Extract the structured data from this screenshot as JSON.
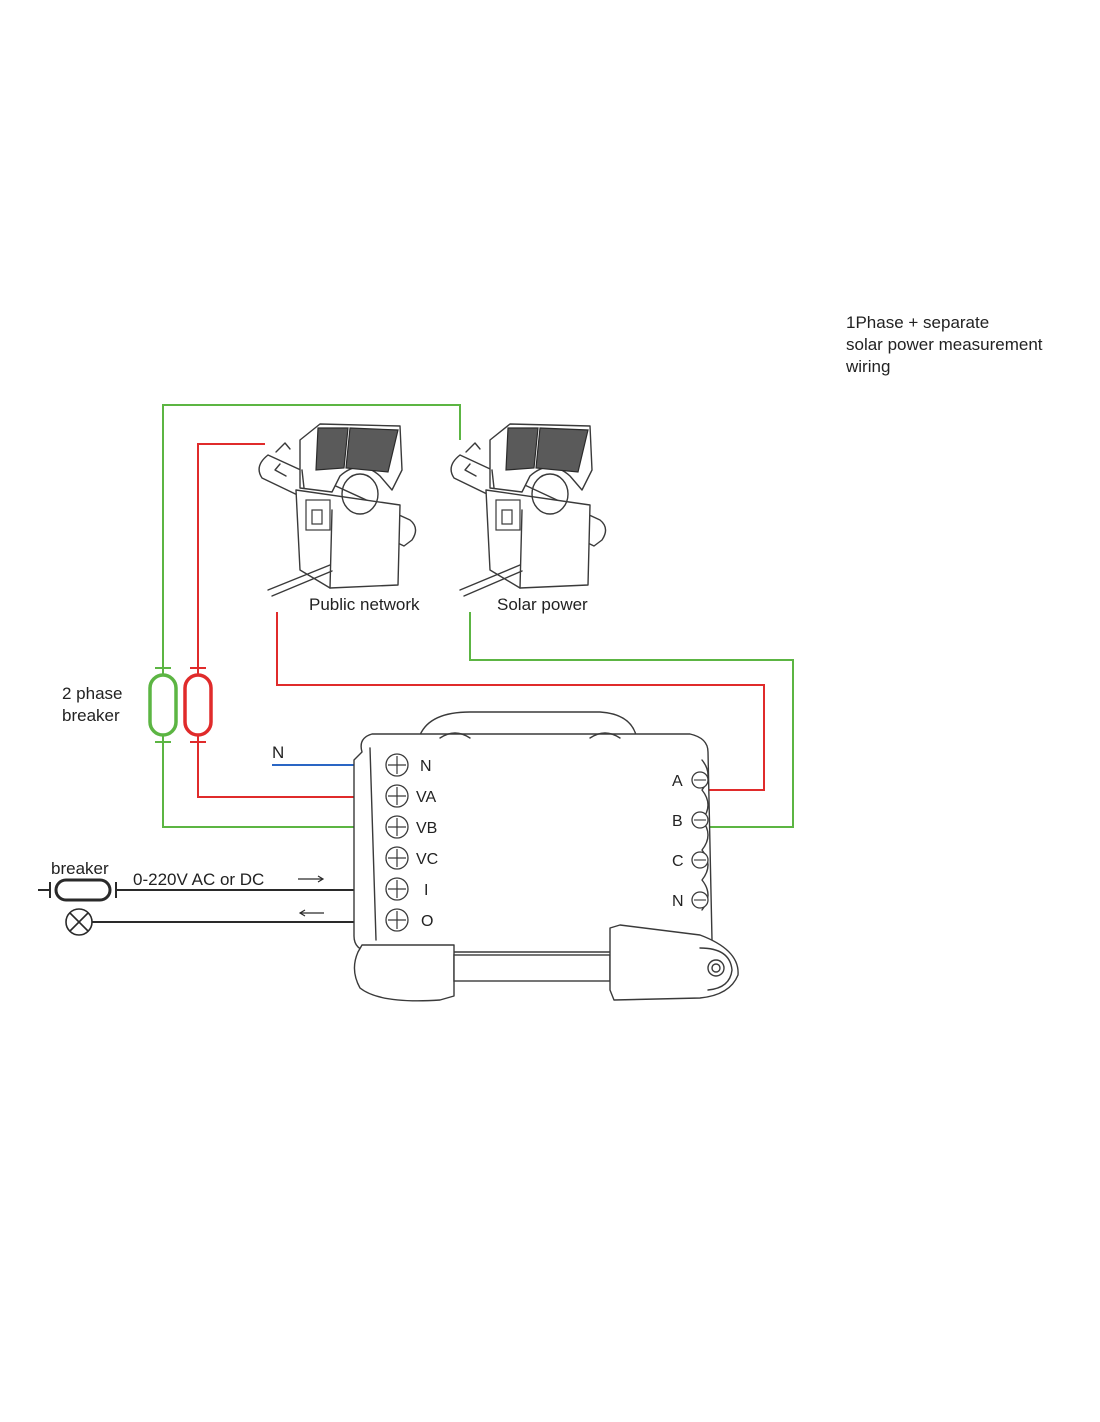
{
  "title_lines": [
    "1Phase + separate",
    "solar power measurement",
    "wiring"
  ],
  "labels": {
    "ct_public": "Public network",
    "ct_solar": "Solar power",
    "breaker_2phase_line1": "2 phase",
    "breaker_2phase_line2": "breaker",
    "breaker": "breaker",
    "input_voltage": "0-220V AC or DC",
    "neutral_wire": "N"
  },
  "left_terminals": [
    "N",
    "VA",
    "VB",
    "VC",
    "I",
    "O"
  ],
  "right_terminals": [
    "A",
    "B",
    "C",
    "N"
  ],
  "colors": {
    "green": "#5cb543",
    "red": "#e02b2b",
    "blue": "#2a66c4",
    "black": "#2a2a2a"
  }
}
